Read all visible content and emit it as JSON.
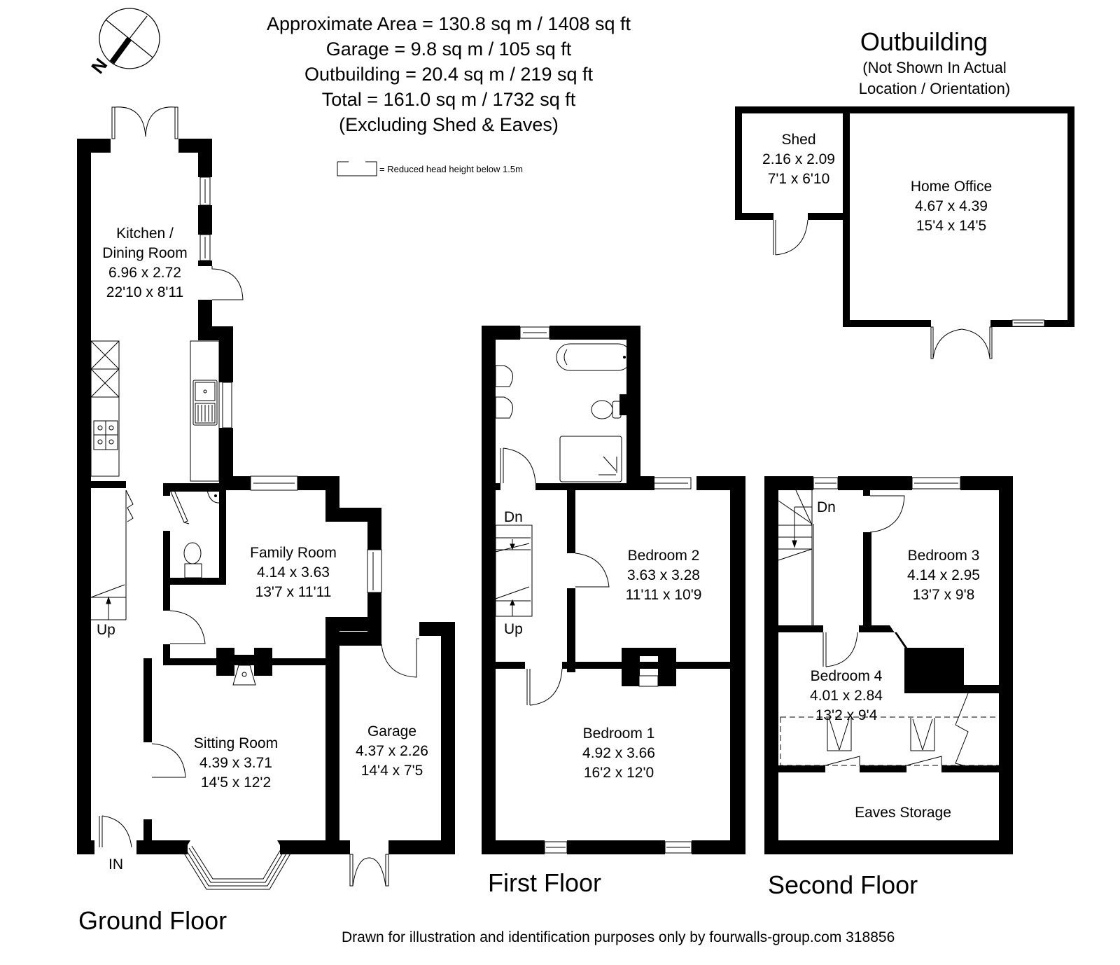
{
  "header": {
    "lines": [
      "Approximate Area = 130.8 sq m / 1408 sq ft",
      "Garage = 9.8 sq m / 105 sq ft",
      "Outbuilding = 20.4 sq m / 219 sq ft",
      "Total = 161.0 sq m / 1732 sq ft",
      "(Excluding Shed & Eaves)"
    ],
    "legend": "= Reduced head height below 1.5m"
  },
  "compass": {
    "label": "N",
    "icon": "north-arrow-icon"
  },
  "outbuilding": {
    "title": "Outbuilding",
    "subtitle_lines": [
      "(Not Shown In Actual",
      "Location / Orientation)"
    ],
    "rooms": [
      {
        "name": "Shed",
        "metric": "2.16 x 2.09",
        "imperial": "7'1 x 6'10"
      },
      {
        "name": "Home Office",
        "metric": "4.67 x 4.39",
        "imperial": "15'4 x 14'5"
      }
    ]
  },
  "ground_floor": {
    "title": "Ground Floor",
    "rooms": [
      {
        "name": "Kitchen /",
        "name2": "Dining Room",
        "metric": "6.96 x 2.72",
        "imperial": "22'10 x 8'11"
      },
      {
        "name": "Family Room",
        "metric": "4.14 x 3.63",
        "imperial": "13'7 x 11'11"
      },
      {
        "name": "Sitting Room",
        "metric": "4.39 x 3.71",
        "imperial": "14'5 x 12'2"
      },
      {
        "name": "Garage",
        "metric": "4.37 x 2.26",
        "imperial": "14'4 x 7'5"
      }
    ],
    "stairs_label": "Up",
    "entrance_label": "IN"
  },
  "first_floor": {
    "title": "First Floor",
    "rooms": [
      {
        "name": "Bedroom 2",
        "metric": "3.63 x 3.28",
        "imperial": "11'11 x 10'9"
      },
      {
        "name": "Bedroom 1",
        "metric": "4.92 x 3.66",
        "imperial": "16'2 x 12'0"
      }
    ],
    "stairs_down_label": "Dn",
    "stairs_up_label": "Up"
  },
  "second_floor": {
    "title": "Second Floor",
    "rooms": [
      {
        "name": "Bedroom 3",
        "metric": "4.14 x 2.95",
        "imperial": "13'7 x 9'8"
      },
      {
        "name": "Bedroom 4",
        "metric": "4.01 x 2.84",
        "imperial": "13'2 x 9'4"
      },
      {
        "name": "Eaves Storage"
      }
    ],
    "stairs_down_label": "Dn"
  },
  "footer": {
    "credit": "Drawn for illustration and identification purposes only by fourwalls-group.com 318856"
  },
  "colors": {
    "wall": "#000000",
    "background": "#ffffff",
    "line": "#000000"
  }
}
